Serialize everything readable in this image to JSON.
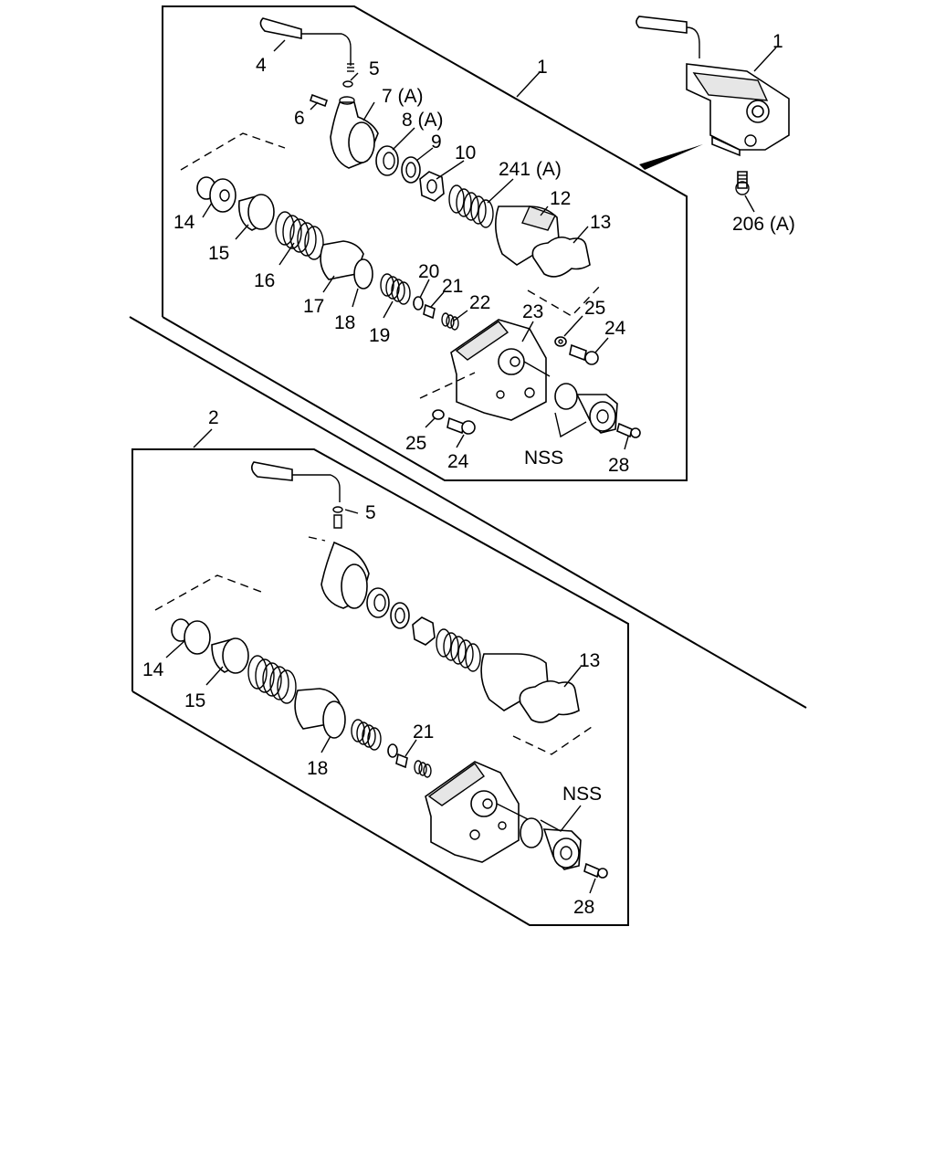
{
  "diagram": {
    "assembly_refs": {
      "upper": "1",
      "lower": "2"
    },
    "upper_labels": [
      "4",
      "5",
      "6",
      "7 (A)",
      "8 (A)",
      "9",
      "10",
      "241 (A)",
      "12",
      "13",
      "14",
      "15",
      "16",
      "17",
      "18",
      "19",
      "20",
      "21",
      "22",
      "23",
      "25",
      "24",
      "25",
      "24",
      "NSS",
      "28"
    ],
    "lower_labels": [
      "5",
      "14",
      "15",
      "13",
      "21",
      "18",
      "NSS",
      "28"
    ],
    "overview_labels": [
      "1",
      "206 (A)"
    ]
  }
}
